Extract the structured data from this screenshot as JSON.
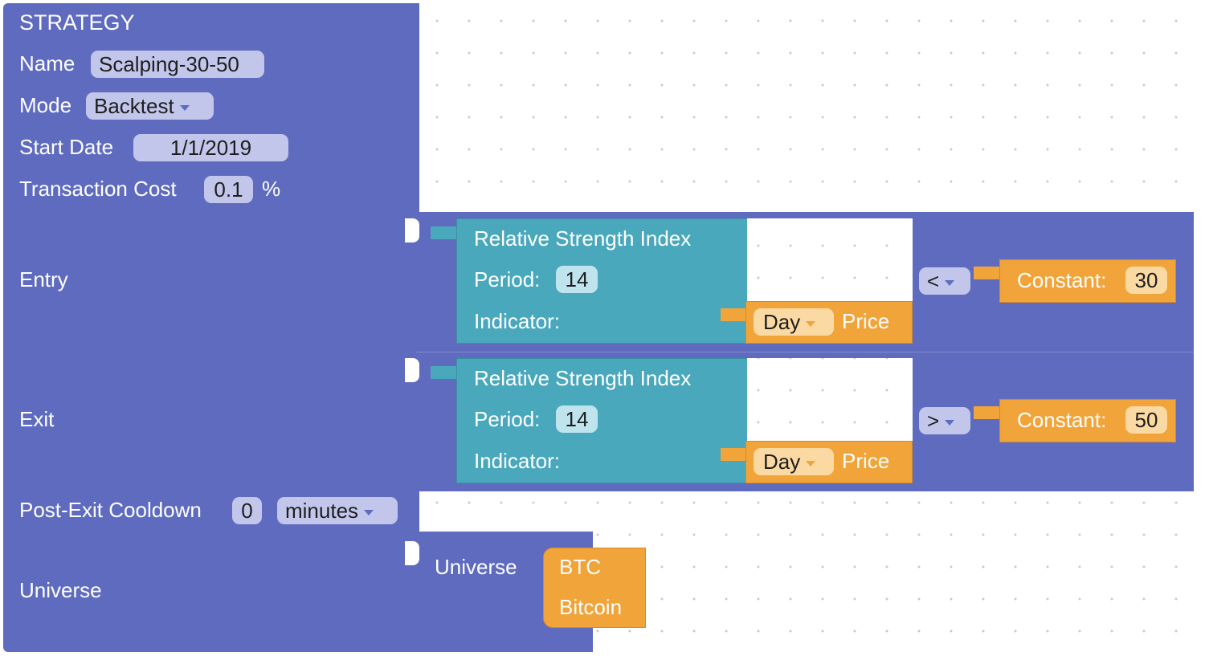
{
  "strategy": {
    "header": "STRATEGY",
    "name_label": "Name",
    "name_value": "Scalping-30-50",
    "mode_label": "Mode",
    "mode_value": "Backtest",
    "start_date_label": "Start Date",
    "start_date_value": "1/1/2019",
    "tx_cost_label": "Transaction Cost",
    "tx_cost_value": "0.1",
    "tx_cost_unit": "%",
    "entry_label": "Entry",
    "exit_label": "Exit",
    "cooldown_label": "Post-Exit Cooldown",
    "cooldown_value": "0",
    "cooldown_unit": "minutes",
    "universe_label": "Universe"
  },
  "entry": {
    "rsi_title": "Relative Strength Index",
    "period_label": "Period:",
    "period_value": "14",
    "indicator_label": "Indicator:",
    "price_interval": "Day",
    "price_label": "Price",
    "operator": "<",
    "constant_label": "Constant:",
    "constant_value": "30"
  },
  "exit": {
    "rsi_title": "Relative Strength Index",
    "period_label": "Period:",
    "period_value": "14",
    "indicator_label": "Indicator:",
    "price_interval": "Day",
    "price_label": "Price",
    "operator": ">",
    "constant_label": "Constant:",
    "constant_value": "50"
  },
  "universe": {
    "label": "Universe",
    "symbol": "BTC",
    "name": "Bitcoin"
  },
  "colors": {
    "strategy_block": "#5f6bbf",
    "indicator_block": "#4aa8bd",
    "value_block": "#f0a43a",
    "canvas_dots": "#c9c9c9"
  }
}
